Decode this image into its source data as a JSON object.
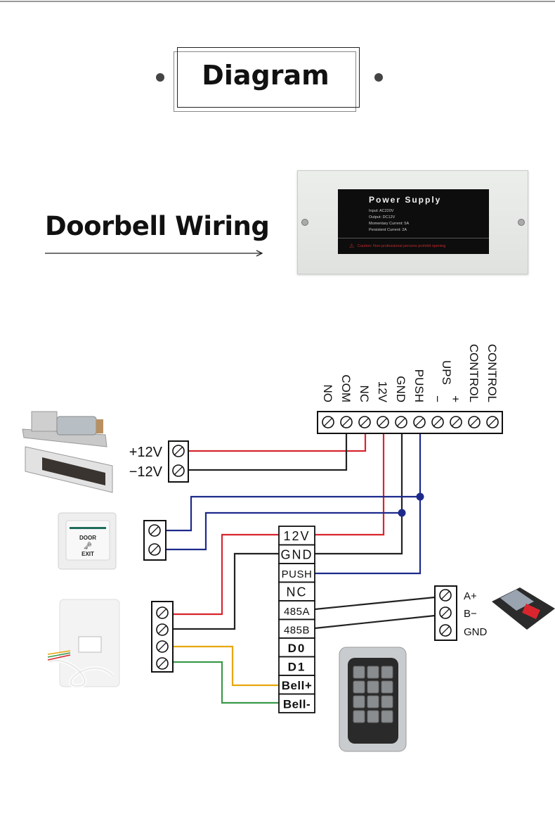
{
  "header": {
    "title": "Diagram"
  },
  "section": {
    "title": "Doorbell Wiring"
  },
  "power_supply": {
    "title": "Power Supply",
    "specs": [
      "Input:  AC220V",
      "Output:  DC12V",
      "Momentary Current:  5A",
      "Persistent Current:  2A"
    ],
    "caution": "Caution: Non-professional persons prohibit opening"
  },
  "main_terminal": {
    "labels": [
      "NO",
      "COM",
      "NC",
      "12V",
      "GND",
      "PUSH",
      "−",
      "+",
      "CONTROL",
      "CONTROL"
    ],
    "ups_label": "UPS"
  },
  "lock_terminal": {
    "labels": [
      "+12V",
      "−12V"
    ]
  },
  "controller_terminal": {
    "labels": [
      "12V",
      "GND",
      "PUSH",
      "NC",
      "485A",
      "485B",
      "D0",
      "D1",
      "Bell+",
      "Bell-"
    ]
  },
  "rs485_terminal": {
    "labels": [
      "A+",
      "B−",
      "GND"
    ]
  },
  "exit_button": {
    "line1": "DOOR",
    "line2": "EXIT"
  },
  "wire_colors": {
    "red": "#d9252e",
    "black": "#222222",
    "blue": "#1d2a8c",
    "yellow": "#e8a60a",
    "green": "#3a9a4a"
  }
}
